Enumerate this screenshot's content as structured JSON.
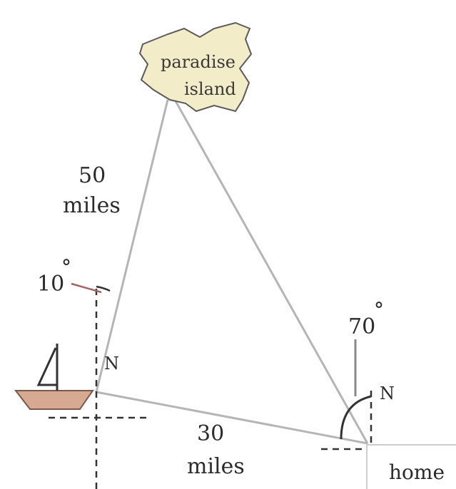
{
  "island": {
    "line1": "paradise",
    "line2": "island",
    "fill_color": "#f3ecc8",
    "outline_color": "#5a5a5a"
  },
  "leg_boat_to_island": {
    "distance": "50",
    "unit": "miles"
  },
  "leg_boat_to_home": {
    "distance": "30",
    "unit": "miles"
  },
  "boat_bearing": {
    "degrees": "10",
    "degree_symbol": "°",
    "north": "N"
  },
  "home_bearing": {
    "degrees": "70",
    "degree_symbol": "°",
    "north": "N"
  },
  "home": {
    "label": "home"
  },
  "colors": {
    "route_line": "#b5b5b5",
    "boat_hull": "#d7a993",
    "axis": "#333333"
  }
}
